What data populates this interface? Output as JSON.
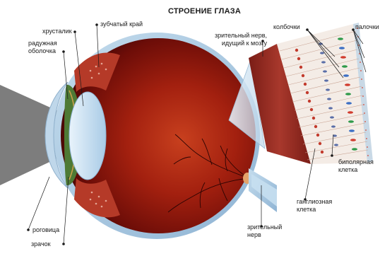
{
  "title": "СТРОЕНИЕ ГЛАЗА",
  "labels": {
    "lens": "хрусталик",
    "iris_1": "радужная",
    "iris_2": "оболочка",
    "ora_serrata": "зубчатый край",
    "optic_nerve_to_brain_1": "зрительный нерв,",
    "optic_nerve_to_brain_2": "идущий к мозгу",
    "cones": "колбочки",
    "rods": "палочки",
    "bipolar_1": "биполярная",
    "bipolar_2": "клетка",
    "ganglion_1": "ганглиозная",
    "ganglion_2": "клетка",
    "cornea": "роговица",
    "pupil": "зрачок",
    "optic_nerve_1": "зрительный",
    "optic_nerve_2": "нерв"
  },
  "colors": {
    "eye_red": "#9c1a10",
    "sclera_blue": "#a9c8e0",
    "nerve_red": "#8e2a20",
    "lens_blue": "#cfe4f3"
  }
}
